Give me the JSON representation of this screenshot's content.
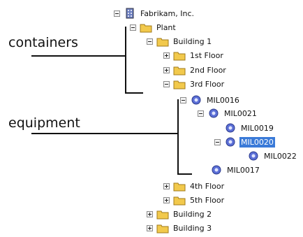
{
  "annotations": {
    "containers_label": "containers",
    "equipment_label": "equipment"
  },
  "tree": {
    "root": "Fabrikam, Inc.",
    "plant": "Plant",
    "building1": "Building 1",
    "floor1": "1st Floor",
    "floor2": "2nd Floor",
    "floor3": "3rd Floor",
    "mil0016": "MIL0016",
    "mil0021": "MIL0021",
    "mil0019": "MIL0019",
    "mil0020": "MIL0020",
    "mil0022": "MIL0022",
    "mil0017": "MIL0017",
    "floor4": "4th Floor",
    "floor5": "5th Floor",
    "building2": "Building 2",
    "building3": "Building 3"
  },
  "selected_item": "MIL0020",
  "colors": {
    "selection": "#3a7ad8",
    "folder": "#f2c94c",
    "equipment": "#5b6fd6",
    "bracket": "#111111"
  },
  "icons": {
    "root": "building-icon",
    "container": "folder-icon",
    "equipment": "gear-icon"
  }
}
